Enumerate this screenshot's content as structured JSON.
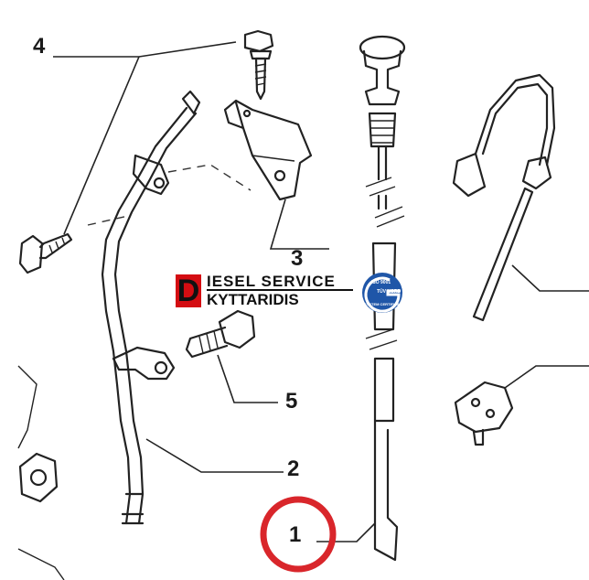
{
  "diagram": {
    "callouts": {
      "c1": "1",
      "c2": "2",
      "c3": "3",
      "c4": "4",
      "c5": "5"
    },
    "highlight_color": "#d9262b"
  },
  "logo": {
    "initial": "D",
    "line1": "IESEL SERVICE",
    "line2": "KYTTARIDIS",
    "badge_top": "ISO 9001",
    "badge_mid": "TÜV NORD",
    "badge_bottom": "SYSTEM CERTIFICATION",
    "brand_color": "#d40d12",
    "badge_color": "#1f56a8"
  }
}
